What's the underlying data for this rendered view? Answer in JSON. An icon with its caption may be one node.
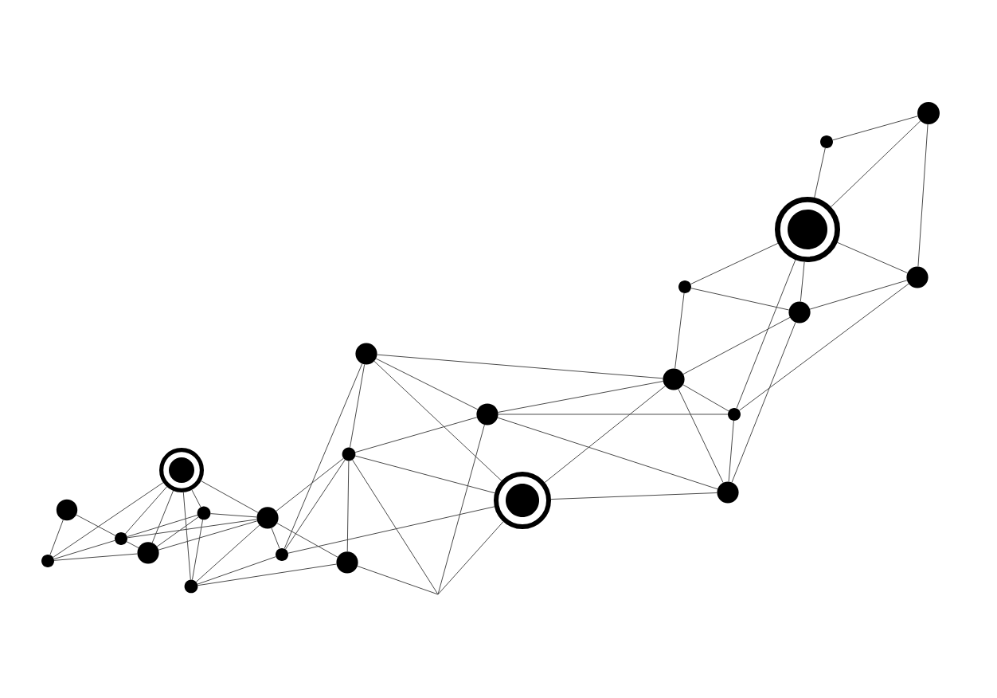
{
  "diagram": {
    "nodes": [
      {
        "text": [],
        "shape": "circle"
      },
      {
        "text": [],
        "shape": "circle"
      },
      {
        "text": [],
        "shape": "circle"
      },
      {
        "text": [],
        "shape": "circle"
      },
      {
        "text": [],
        "shape": "target"
      },
      {
        "text": [],
        "shape": "circle"
      },
      {
        "text": [],
        "shape": "circle"
      },
      {
        "text": [],
        "shape": "circle"
      },
      {
        "text": [],
        "shape": "circle"
      },
      {
        "text": [],
        "shape": "circle"
      },
      {
        "text": [],
        "shape": "circle"
      },
      {
        "text": [],
        "shape": "circle"
      },
      {
        "text": [],
        "shape": "circle"
      },
      {
        "text": [],
        "shape": "target"
      },
      {
        "text": [],
        "shape": "circle"
      },
      {
        "text": [],
        "shape": "circle"
      },
      {
        "text": [],
        "shape": "circle"
      },
      {
        "text": [],
        "shape": "circle"
      },
      {
        "text": [],
        "shape": "circle"
      },
      {
        "text": [],
        "shape": "target"
      },
      {
        "text": [],
        "shape": "circle"
      },
      {
        "text": [],
        "shape": "circle"
      },
      {
        "text": [],
        "shape": "circle"
      }
    ],
    "edges": [
      {
        "from": 1,
        "to": 0,
        "arrow": "none"
      },
      {
        "from": 1,
        "to": 2,
        "arrow": "none"
      },
      {
        "from": 2,
        "to": 3,
        "arrow": "none"
      },
      {
        "from": 0,
        "to": 4,
        "arrow": "none"
      },
      {
        "from": 0,
        "to": 2,
        "arrow": "none"
      },
      {
        "from": 2,
        "to": 6,
        "arrow": "none"
      },
      {
        "from": 0,
        "to": 3,
        "arrow": "none"
      },
      {
        "from": 4,
        "to": 2,
        "arrow": "none"
      },
      {
        "from": 4,
        "to": 3,
        "arrow": "none"
      },
      {
        "from": 4,
        "to": 6,
        "arrow": "none"
      },
      {
        "from": 4,
        "to": 5,
        "arrow": "none"
      },
      {
        "from": 4,
        "to": 7,
        "arrow": "none"
      },
      {
        "from": 2,
        "to": 7,
        "arrow": "none"
      },
      {
        "from": 3,
        "to": 7,
        "arrow": "none"
      },
      {
        "from": 3,
        "to": 6,
        "arrow": "none"
      },
      {
        "from": 6,
        "to": 5,
        "arrow": "none"
      },
      {
        "from": 6,
        "to": 7,
        "arrow": "none"
      },
      {
        "from": 5,
        "to": 7,
        "arrow": "none"
      },
      {
        "from": 5,
        "to": 8,
        "arrow": "none"
      },
      {
        "from": 5,
        "to": 9,
        "arrow": "none"
      },
      {
        "from": 7,
        "to": 8,
        "arrow": "none"
      },
      {
        "from": 7,
        "to": 9,
        "arrow": "none"
      },
      {
        "from": 7,
        "to": 10,
        "arrow": "none"
      },
      {
        "from": 8,
        "to": 10,
        "arrow": "none"
      },
      {
        "from": 8,
        "to": 11,
        "arrow": "none"
      },
      {
        "from": 8,
        "to": 13,
        "arrow": "none"
      },
      {
        "from": 11,
        "to": 10,
        "arrow": "none"
      },
      {
        "from": 10,
        "to": 9,
        "arrow": "none"
      },
      {
        "from": 10,
        "to": 12,
        "arrow": "none"
      },
      {
        "from": 10,
        "to": 13,
        "arrow": "none"
      },
      {
        "from": 11,
        "to": 12,
        "arrow": "none"
      },
      {
        "from": 11,
        "to": 13,
        "arrow": "none"
      },
      {
        "from": 11,
        "to": 14,
        "arrow": "none"
      },
      {
        "from": 12,
        "to": 14,
        "arrow": "none"
      },
      {
        "from": 12,
        "to": 17,
        "arrow": "none"
      },
      {
        "from": 12,
        "to": 16,
        "arrow": "none"
      },
      {
        "from": 13,
        "to": 14,
        "arrow": "none"
      },
      {
        "from": 13,
        "to": 16,
        "arrow": "none"
      },
      {
        "from": 14,
        "to": 17,
        "arrow": "none"
      },
      {
        "from": 14,
        "to": 16,
        "arrow": "none"
      },
      {
        "from": 17,
        "to": 16,
        "arrow": "none"
      },
      {
        "from": 14,
        "to": 15,
        "arrow": "none"
      },
      {
        "from": 14,
        "to": 18,
        "arrow": "none"
      },
      {
        "from": 15,
        "to": 18,
        "arrow": "none"
      },
      {
        "from": 15,
        "to": 19,
        "arrow": "none"
      },
      {
        "from": 19,
        "to": 18,
        "arrow": "none"
      },
      {
        "from": 19,
        "to": 17,
        "arrow": "none"
      },
      {
        "from": 18,
        "to": 16,
        "arrow": "none"
      },
      {
        "from": 21,
        "to": 17,
        "arrow": "none"
      },
      {
        "from": 18,
        "to": 21,
        "arrow": "none"
      },
      {
        "from": 19,
        "to": 21,
        "arrow": "none"
      },
      {
        "from": 20,
        "to": 19,
        "arrow": "none"
      },
      {
        "from": 20,
        "to": 22,
        "arrow": "none"
      },
      {
        "from": 22,
        "to": 19,
        "arrow": "none"
      },
      {
        "from": 22,
        "to": 21,
        "arrow": "none"
      },
      {
        "from": 10,
        "to": null,
        "arrow": "none"
      },
      {
        "from": 9,
        "to": null,
        "arrow": "none"
      },
      {
        "from": 12,
        "to": null,
        "arrow": "none"
      },
      {
        "from": 13,
        "to": null,
        "arrow": "none"
      }
    ]
  }
}
